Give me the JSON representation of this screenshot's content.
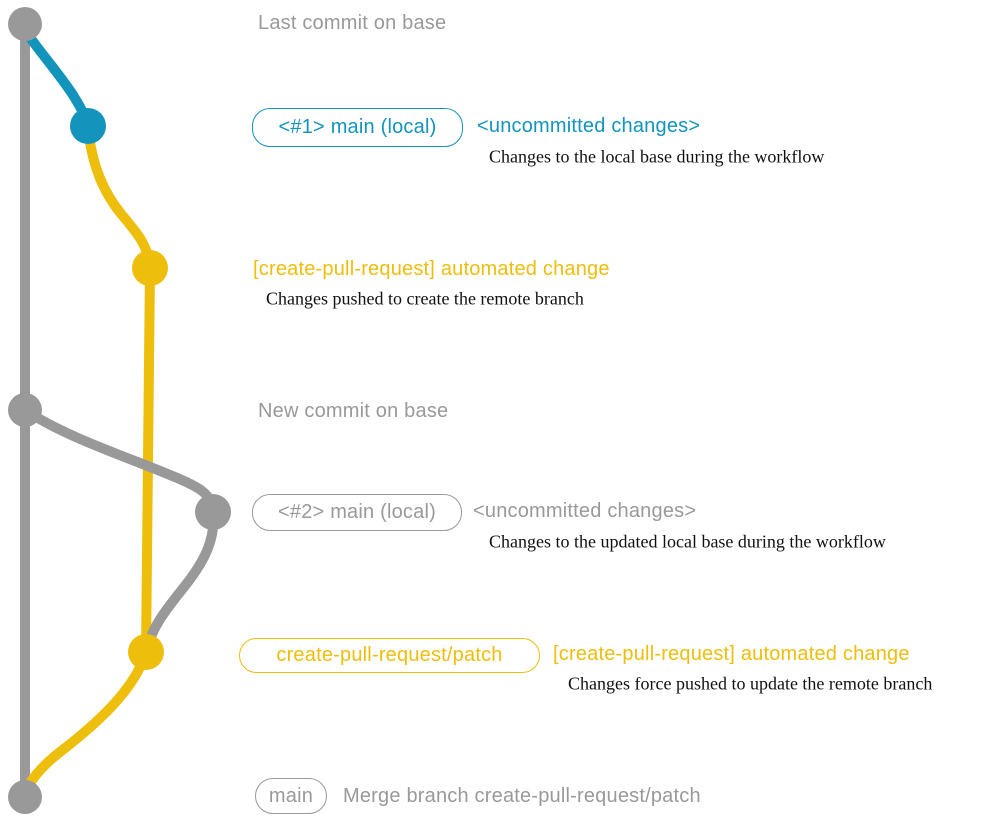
{
  "colors": {
    "gray": "#999999",
    "blue": "#1294bc",
    "yellow": "#eebe0c",
    "ink": "#111111",
    "bg": "#ffffff"
  },
  "commits": {
    "last_base": {
      "message": "Last commit on base"
    },
    "local_main_1": {
      "branch_label": "<#1> main (local)",
      "message": "<uncommitted changes>",
      "description": "Changes to the local base during the workflow"
    },
    "patch_1": {
      "message": "[create-pull-request] automated change",
      "description": "Changes pushed to create the remote branch"
    },
    "new_base": {
      "message": "New commit on base"
    },
    "local_main_2": {
      "branch_label": "<#2> main (local)",
      "message": "<uncommitted changes>",
      "description": "Changes to the updated local base during the workflow"
    },
    "patch_2": {
      "branch_label": "create-pull-request/patch",
      "message": "[create-pull-request] automated change",
      "description": "Changes force pushed to update the remote branch"
    },
    "merge": {
      "branch_label": "main",
      "message": "Merge branch create-pull-request/patch"
    }
  }
}
